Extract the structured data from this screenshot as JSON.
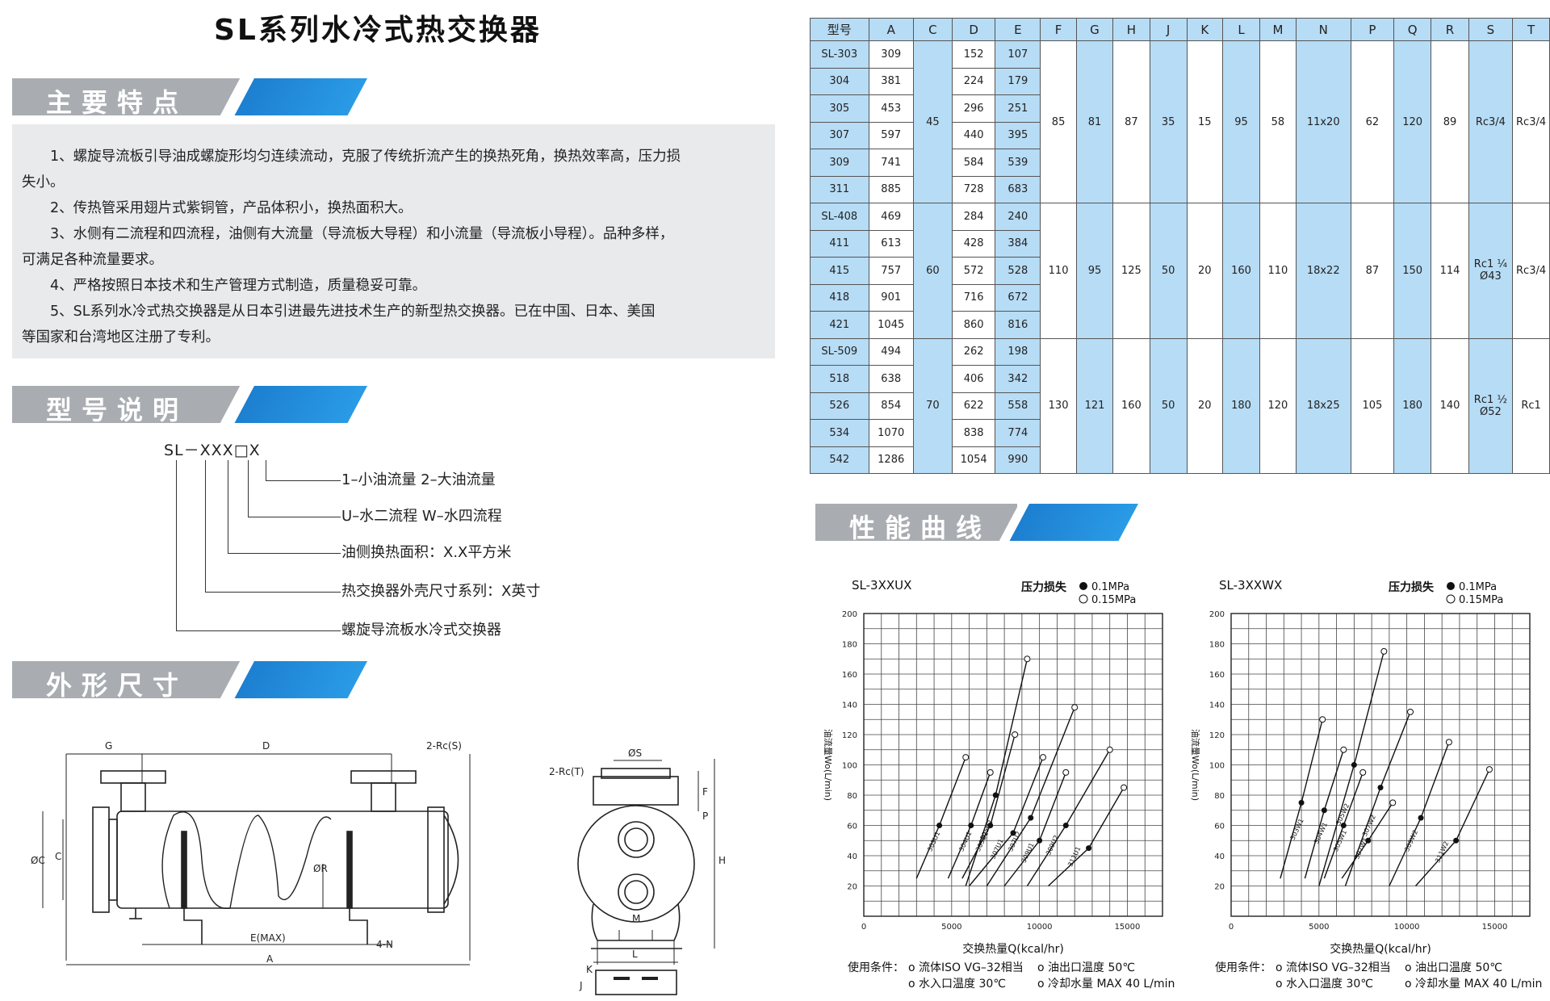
{
  "title": "SL系列水冷式热交换器",
  "sections": {
    "features": "主要特点",
    "model": "型号说明",
    "dimensions": "外形尺寸",
    "performance": "性能曲线"
  },
  "features": [
    "1、螺旋导流板引导油成螺旋形均匀连续流动，克服了传统折流产生的换热死角，换热效率高，压力损",
    "失小。",
    "2、传热管采用翅片式紫铜管，产品体积小，换热面积大。",
    "3、水侧有二流程和四流程，油侧有大流量（导流板大导程）和小流量（导流板小导程）。品种多样，",
    "可满足各种流量要求。",
    "4、严格按照日本技术和生产管理方式制造，质量稳妥可靠。",
    "5、SL系列水冷式热交换器是从日本引进最先进技术生产的新型热交换器。已在中国、日本、美国",
    "等国家和台湾地区注册了专利。"
  ],
  "model_code": {
    "code": "SL－XXX□X",
    "items": [
      "1–小油流量   2–大油流量",
      "U–水二流程   W–水四流程",
      "油侧换热面积：X.X平方米",
      "热交换器外壳尺寸系列：X英寸",
      "螺旋导流板水冷式交换器"
    ]
  },
  "drawing_labels": {
    "G": "G",
    "D": "D",
    "S2": "2-Rc(S)",
    "phiC": "ØC",
    "C": "C",
    "phiR": "ØR",
    "Emax": "E(MAX)",
    "A": "A",
    "N4": "4-N",
    "phiS": "ØS",
    "T2": "2-Rc(T)",
    "F": "F",
    "P": "P",
    "H": "H",
    "M": "M",
    "L": "L",
    "J": "J",
    "K": "K"
  },
  "table": {
    "headers": [
      "型号",
      "A",
      "C",
      "D",
      "E",
      "F",
      "G",
      "H",
      "J",
      "K",
      "L",
      "M",
      "N",
      "P",
      "Q",
      "R",
      "S",
      "T"
    ],
    "groups": [
      {
        "rows": [
          [
            "SL-303",
            "309",
            "152",
            "107"
          ],
          [
            "304",
            "381",
            "224",
            "179"
          ],
          [
            "305",
            "453",
            "296",
            "251"
          ],
          [
            "307",
            "597",
            "440",
            "395"
          ],
          [
            "309",
            "741",
            "584",
            "539"
          ],
          [
            "311",
            "885",
            "728",
            "683"
          ]
        ],
        "shared": [
          "45",
          "85",
          "81",
          "87",
          "35",
          "15",
          "95",
          "58",
          "11x20",
          "62",
          "120",
          "89",
          "Rc3/4",
          "Rc3/4"
        ]
      },
      {
        "rows": [
          [
            "SL-408",
            "469",
            "284",
            "240"
          ],
          [
            "411",
            "613",
            "428",
            "384"
          ],
          [
            "415",
            "757",
            "572",
            "528"
          ],
          [
            "418",
            "901",
            "716",
            "672"
          ],
          [
            "421",
            "1045",
            "860",
            "816"
          ]
        ],
        "shared": [
          "60",
          "110",
          "95",
          "125",
          "50",
          "20",
          "160",
          "110",
          "18x22",
          "87",
          "150",
          "114",
          "Rc1 ¼ Ø43",
          "Rc3/4"
        ]
      },
      {
        "rows": [
          [
            "SL-509",
            "494",
            "262",
            "198"
          ],
          [
            "518",
            "638",
            "406",
            "342"
          ],
          [
            "526",
            "854",
            "622",
            "558"
          ],
          [
            "534",
            "1070",
            "838",
            "774"
          ],
          [
            "542",
            "1286",
            "1054",
            "990"
          ]
        ],
        "shared": [
          "70",
          "130",
          "121",
          "160",
          "50",
          "20",
          "180",
          "120",
          "18x25",
          "105",
          "180",
          "140",
          "Rc1 ½ Ø52",
          "Rc1"
        ]
      }
    ]
  },
  "chart_data": [
    {
      "type": "line",
      "title": "SL-3XXUX",
      "legend_title": "压力损失",
      "legend": [
        "0.1MPa",
        "0.15MPa"
      ],
      "xlabel": "交换热量Q(kcal/hr)",
      "ylabel": "油流量Wo(L/min)",
      "xlim": [
        0,
        17000
      ],
      "ylim": [
        0,
        200
      ],
      "xticks": [
        "0",
        "5000",
        "10000",
        "15000"
      ],
      "yticks": [
        "20",
        "40",
        "60",
        "80",
        "100",
        "120",
        "140",
        "160",
        "180",
        "200"
      ],
      "series": [
        {
          "name": "303U1",
          "x": [
            3000,
            4300,
            5800
          ],
          "y": [
            25,
            60,
            105
          ]
        },
        {
          "name": "304U1",
          "x": [
            4800,
            6100,
            7200
          ],
          "y": [
            25,
            60,
            95
          ]
        },
        {
          "name": "305U1",
          "x": [
            5600,
            7200,
            8600
          ],
          "y": [
            25,
            60,
            120
          ]
        },
        {
          "name": "307U1",
          "x": [
            6000,
            8500,
            10200
          ],
          "y": [
            20,
            55,
            105
          ]
        },
        {
          "name": "309U1",
          "x": [
            8000,
            10000,
            11500
          ],
          "y": [
            20,
            50,
            95
          ]
        },
        {
          "name": "311U1",
          "x": [
            10500,
            12800,
            14800
          ],
          "y": [
            20,
            45,
            85
          ]
        },
        {
          "name": "305U2",
          "x": [
            5800,
            7500,
            9300
          ],
          "y": [
            20,
            80,
            170
          ]
        },
        {
          "name": "307U2",
          "x": [
            7000,
            9500,
            12000
          ],
          "y": [
            20,
            65,
            138
          ]
        },
        {
          "name": "309U2",
          "x": [
            9300,
            11500,
            14000
          ],
          "y": [
            20,
            60,
            110
          ]
        }
      ],
      "usage_title": "使用条件：",
      "conditions": [
        "o 流体ISO VG–32相当",
        "o 油出口温度 50℃",
        "o 水入口温度 30℃",
        "o 冷却水量 MAX 40 L/min"
      ]
    },
    {
      "type": "line",
      "title": "SL-3XXWX",
      "legend_title": "压力损失",
      "legend": [
        "0.1MPa",
        "0.15MPa"
      ],
      "xlabel": "交换热量Q(kcal/hr)",
      "ylabel": "油流量Wo(L/min)",
      "xlim": [
        0,
        17000
      ],
      "ylim": [
        0,
        200
      ],
      "xticks": [
        "0",
        "5000",
        "10000",
        "15000"
      ],
      "yticks": [
        "20",
        "40",
        "60",
        "80",
        "100",
        "120",
        "140",
        "160",
        "180",
        "200"
      ],
      "series": [
        {
          "name": "303W1",
          "x": [
            2800,
            4000,
            5200
          ],
          "y": [
            25,
            75,
            130
          ]
        },
        {
          "name": "304W1",
          "x": [
            4200,
            5300,
            6400
          ],
          "y": [
            25,
            70,
            110
          ]
        },
        {
          "name": "305W1",
          "x": [
            5300,
            6400,
            7500
          ],
          "y": [
            25,
            60,
            95
          ]
        },
        {
          "name": "307W1",
          "x": [
            6300,
            7800,
            9200
          ],
          "y": [
            25,
            50,
            75
          ]
        },
        {
          "name": "311W2",
          "x": [
            10500,
            12800,
            14700
          ],
          "y": [
            20,
            50,
            97
          ]
        },
        {
          "name": "305W2",
          "x": [
            5000,
            7000,
            8700
          ],
          "y": [
            20,
            100,
            175
          ]
        },
        {
          "name": "307W2",
          "x": [
            6500,
            8500,
            10200
          ],
          "y": [
            20,
            85,
            135
          ]
        },
        {
          "name": "309W2",
          "x": [
            9000,
            10800,
            12400
          ],
          "y": [
            20,
            65,
            115
          ]
        }
      ],
      "usage_title": "使用条件：",
      "conditions": [
        "o 流体ISO VG–32相当",
        "o 油出口温度 50℃",
        "o 水入口温度 30℃",
        "o 冷却水量 MAX 40 L/min"
      ]
    }
  ]
}
